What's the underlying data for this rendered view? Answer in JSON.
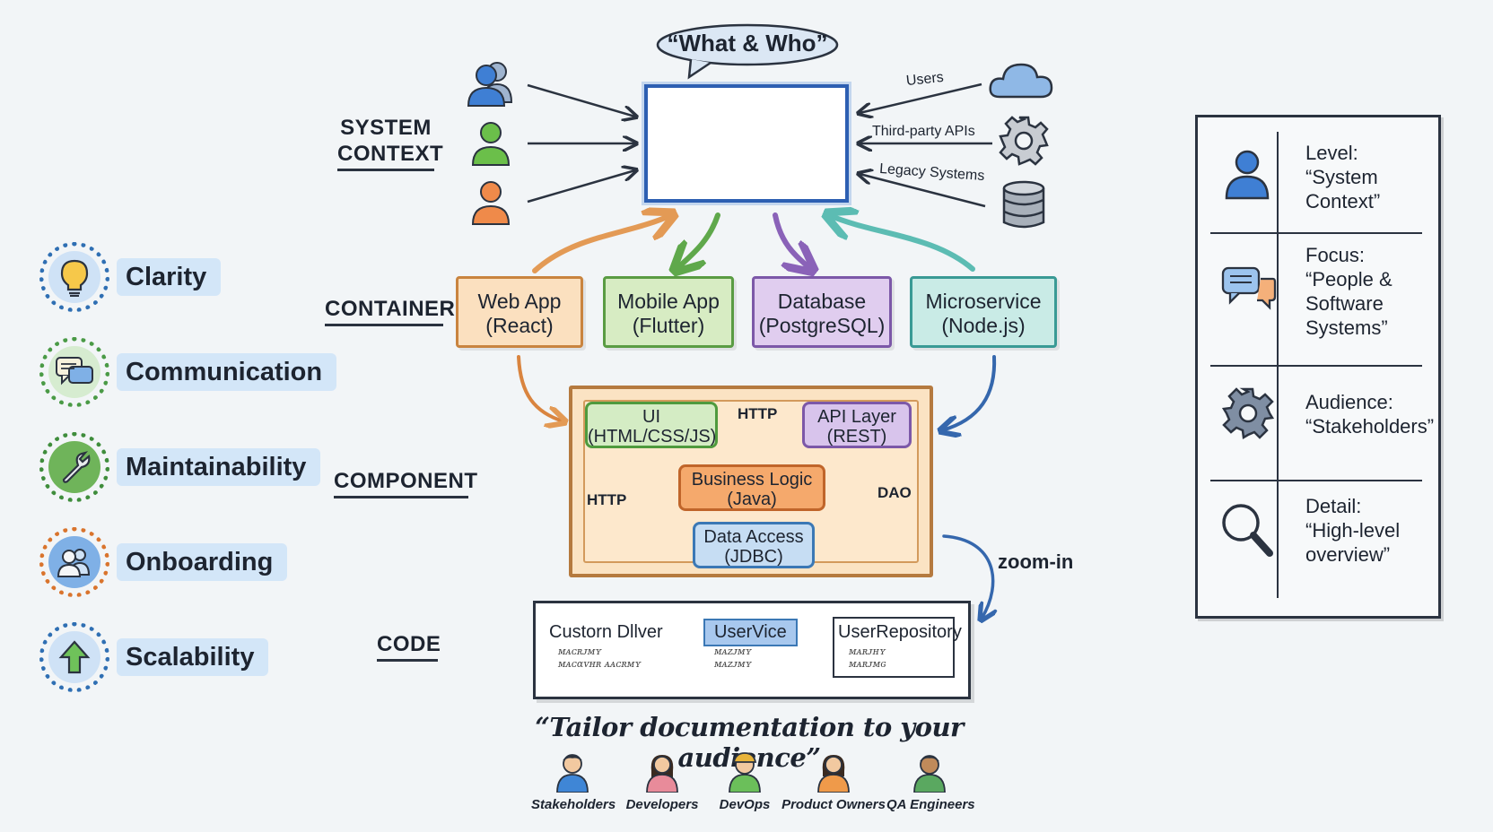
{
  "speech_bubble": "“What & Who”",
  "levels": {
    "system_context": "SYSTEM\nCONTEXT",
    "container": "CONTAINER",
    "component": "COMPONENT",
    "code": "CODE"
  },
  "external": {
    "users": "Users",
    "third_party": "Third-party APIs",
    "legacy": "Legacy Systems"
  },
  "benefits": [
    {
      "label": "Clarity",
      "icon": "lightbulb-icon",
      "color": "#2f6fb3",
      "fill": "#cfe2f6",
      "highlight": "#d3e6f8"
    },
    {
      "label": "Communication",
      "icon": "chat-icon",
      "color": "#4a9a46",
      "fill": "#d6ecd0",
      "highlight": "#d3e6f8"
    },
    {
      "label": "Maintainability",
      "icon": "wrench-icon",
      "color": "#3f8d3c",
      "fill": "#cfe8c9",
      "highlight": "#d3e6f8"
    },
    {
      "label": "Onboarding",
      "icon": "people-icon",
      "color": "#d9742d",
      "fill": "#f7dcc4",
      "highlight": "#d3e6f8"
    },
    {
      "label": "Scalability",
      "icon": "arrow-up-icon",
      "color": "#2f6fb3",
      "fill": "#cfe2f6",
      "highlight": "#d3e6f8"
    }
  ],
  "containers": [
    {
      "title": "Web App",
      "tech": "(React)",
      "border": "#c9843f",
      "fill": "#fbe0bf"
    },
    {
      "title": "Mobile App",
      "tech": "(Flutter)",
      "border": "#5a9c43",
      "fill": "#d7ecc3"
    },
    {
      "title": "Database",
      "tech": "(PostgreSQL)",
      "border": "#7c58a8",
      "fill": "#e0cdef"
    },
    {
      "title": "Microservice",
      "tech": "(Node.js)",
      "border": "#3a9a95",
      "fill": "#c9ebe6"
    }
  ],
  "components": {
    "ui": {
      "title": "UI",
      "tech": "(HTML/CSS/JS)"
    },
    "api": {
      "title": "API Layer",
      "tech": "(REST)"
    },
    "logic": {
      "title": "Business Logic",
      "tech": "(Java)"
    },
    "data": {
      "title": "Data Access",
      "tech": "(JDBC)"
    },
    "http_top": "HTTP",
    "http_left": "HTTP",
    "dao": "DAO"
  },
  "zoom_in": "zoom-in",
  "code": {
    "classes": [
      "Custorn Dllver",
      "UserVice",
      "UserRepository"
    ],
    "scribbles": [
      [
        "ᴍᴀᴄʀᴊᴍʏ",
        "ᴍᴀᴄɑᴠʜʀ ᴀᴀᴄʀᴍʏ"
      ],
      [
        "ᴍᴀᴢᴊᴍʏ",
        "ᴍᴀᴢᴊᴍʏ"
      ],
      [
        "ᴍᴀʀᴊʜʏ",
        "ᴍᴀʀᴊᴍɢ"
      ]
    ]
  },
  "panel": [
    {
      "icon": "person-icon",
      "text": "Level:\n“System\nContext”"
    },
    {
      "icon": "chat-bubbles-icon",
      "text": "Focus:\n“People &\nSoftware\nSystems”"
    },
    {
      "icon": "gear-icon",
      "text": "Audience:\n“Stakeholders”"
    },
    {
      "icon": "magnifier-icon",
      "text": "Detail:\n“High-level\noverview”"
    }
  ],
  "tagline": "“Tailor documentation to your audience”",
  "audience": [
    {
      "name": "Stakeholders",
      "shirt": "#3f86d6",
      "hair": "#3a2a20"
    },
    {
      "name": "Developers",
      "shirt": "#e88b9a",
      "hair": "#3a2a20"
    },
    {
      "name": "DevOps",
      "shirt": "#6bbf5a",
      "hair": "#e8b43a"
    },
    {
      "name": "Product Owners",
      "shirt": "#ef9a4a",
      "hair": "#3a2a20"
    },
    {
      "name": "QA Engineers",
      "shirt": "#5aa860",
      "hair": "#2a1e16"
    }
  ],
  "colors": {
    "ink": "#1d2430",
    "system_box": "#2d5fb2",
    "arrow_orange": "#e39a55",
    "arrow_green": "#5fa84b",
    "arrow_purple": "#8a62b8",
    "arrow_teal": "#5cbcb3",
    "arrow_blue": "#3567ad"
  }
}
